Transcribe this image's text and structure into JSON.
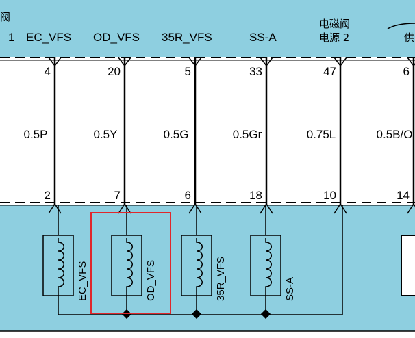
{
  "colors": {
    "harness_bg": "#8ecfe0",
    "module_bg": "#ffffff",
    "line": "#000000",
    "highlight": "#e0272b"
  },
  "header": {
    "left_partial_top": "阀",
    "left_partial_bottom": "1",
    "signals": [
      "EC_VFS",
      "OD_VFS",
      "35R_VFS",
      "SS-A"
    ],
    "solenoid_power_line1": "电磁阀",
    "solenoid_power_line2": "电源 2",
    "right_partial": "供"
  },
  "wires": [
    {
      "top_pin": "4",
      "color_code": "0.5P",
      "bottom_pin": "2"
    },
    {
      "top_pin": "20",
      "color_code": "0.5Y",
      "bottom_pin": "7"
    },
    {
      "top_pin": "5",
      "color_code": "0.5G",
      "bottom_pin": "6"
    },
    {
      "top_pin": "33",
      "color_code": "0.5Gr",
      "bottom_pin": "18"
    },
    {
      "top_pin": "47",
      "color_code": "0.75L",
      "bottom_pin": "10"
    },
    {
      "top_pin": "6",
      "color_code": "0.5B/O",
      "bottom_pin": "14"
    }
  ],
  "coils": [
    {
      "label": "EC_VFS"
    },
    {
      "label": "OD_VFS",
      "highlighted": true
    },
    {
      "label": "35R_VFS"
    },
    {
      "label": "SS-A"
    }
  ]
}
